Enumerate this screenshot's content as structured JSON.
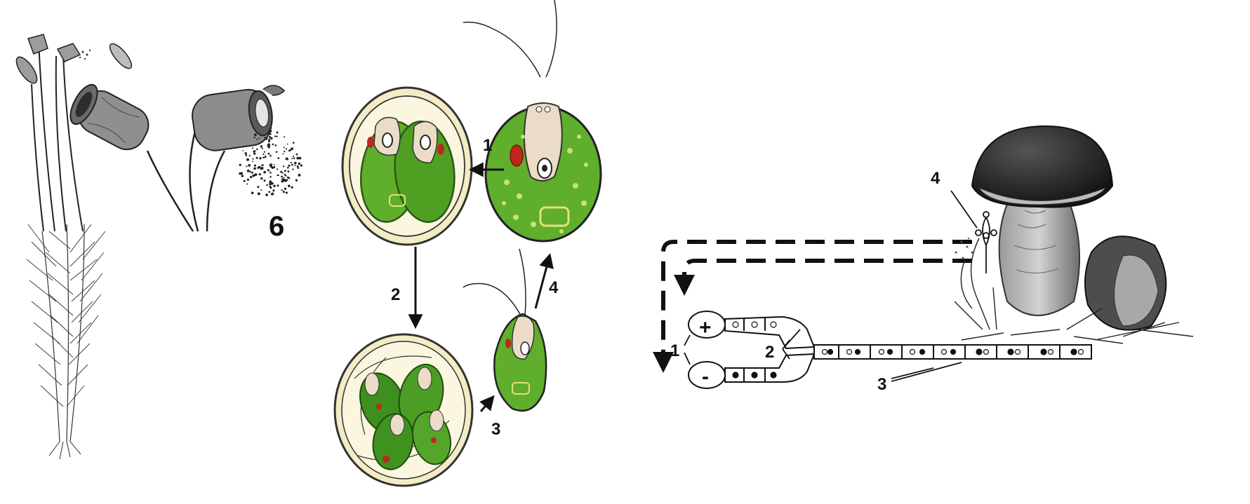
{
  "moss": {
    "label": "6"
  },
  "chlamydomonas": {
    "labels": [
      "1",
      "2",
      "3",
      "4"
    ]
  },
  "fungus": {
    "labels": [
      "1",
      "2",
      "3",
      "4"
    ],
    "plus_sign": "+",
    "minus_sign": "-"
  },
  "colors": {
    "cell_green": "#5fae2c",
    "cell_green_dark": "#3f8a1d",
    "wall_yellow": "#f1e7b8",
    "eyespot_red": "#c0261c",
    "cap_dark": "#2a2a2a",
    "ink": "#111111"
  }
}
